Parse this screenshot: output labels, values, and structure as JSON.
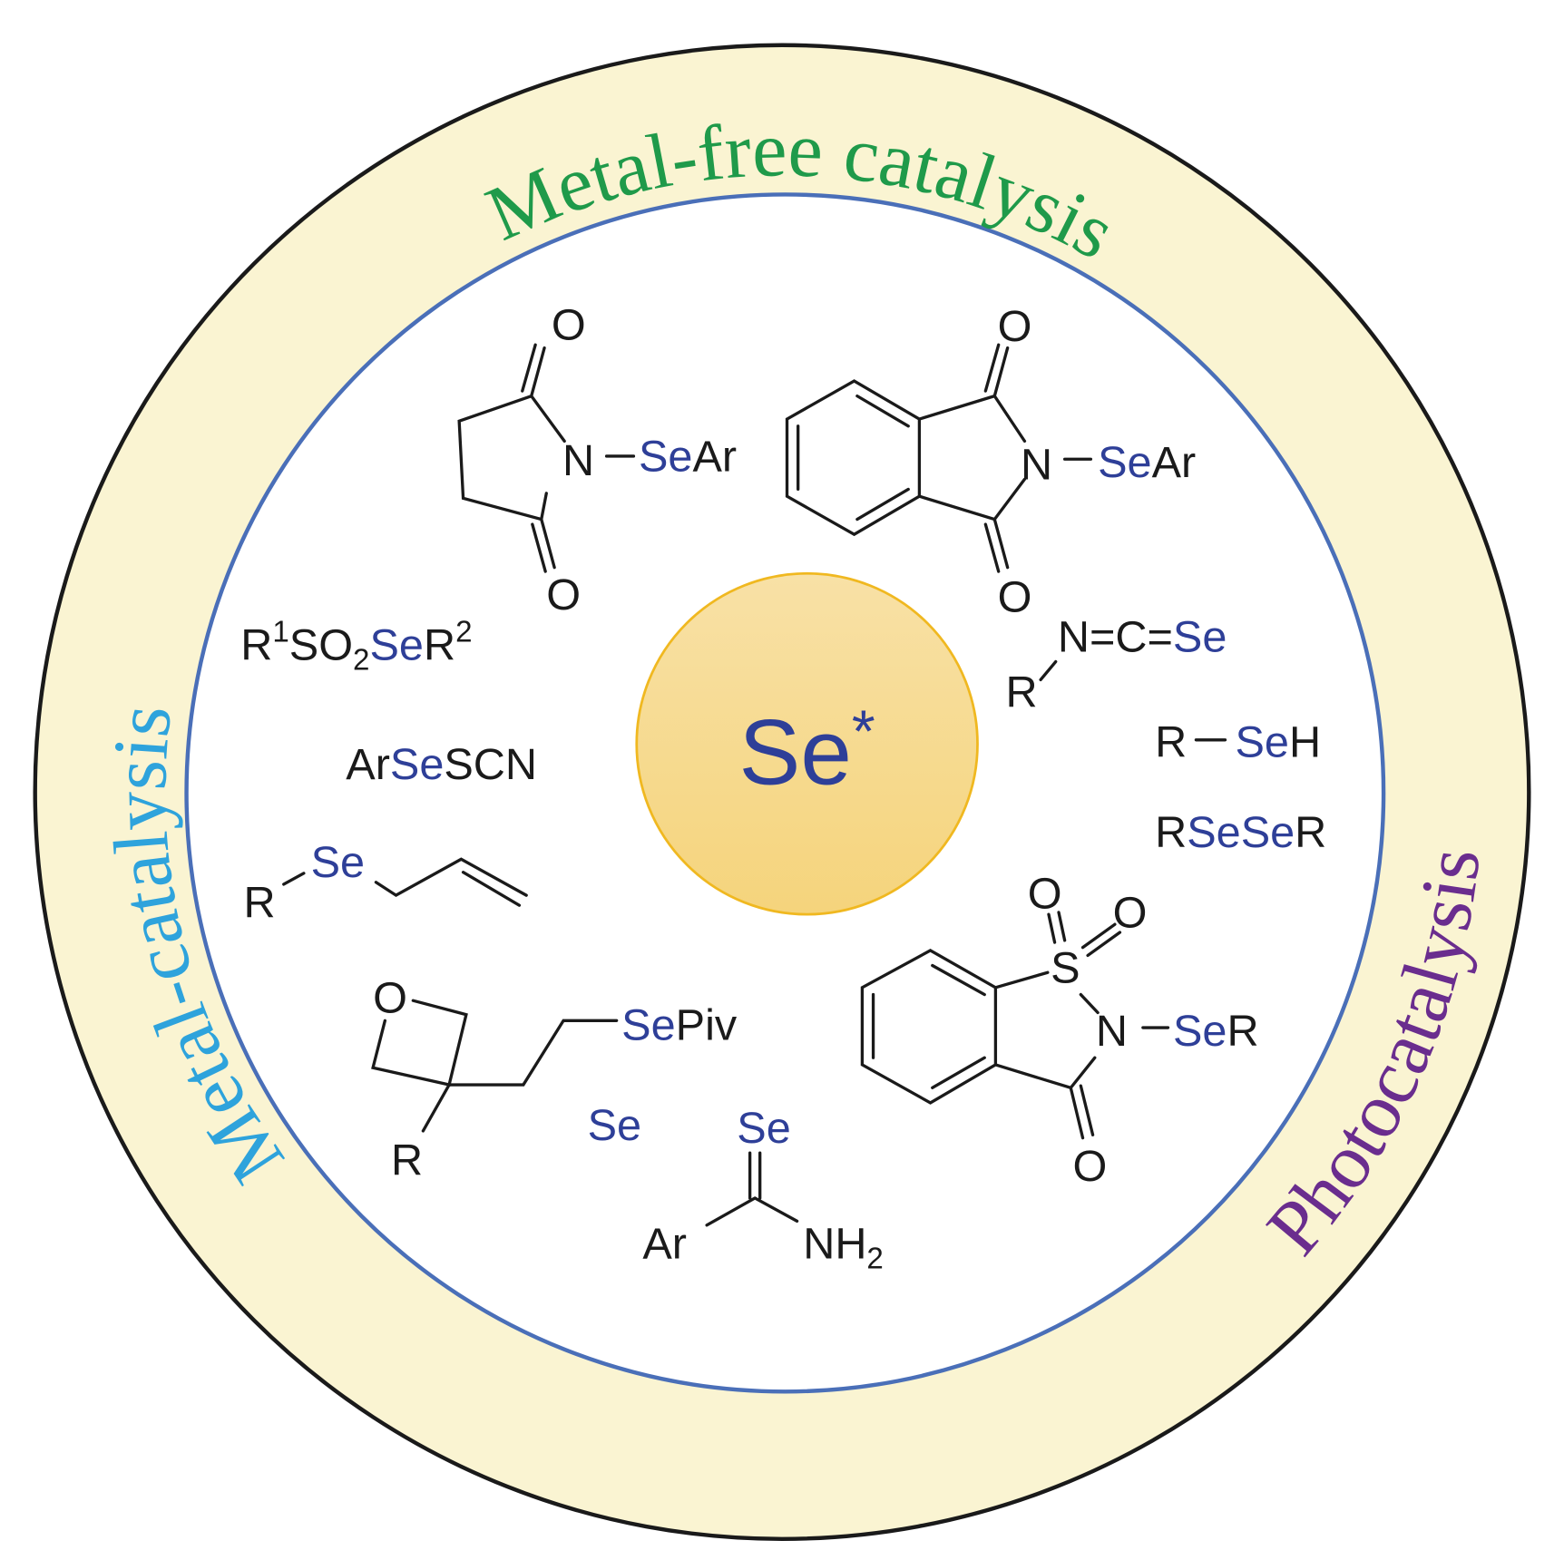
{
  "colors": {
    "ring_fill": "#faf4d2",
    "outer_stroke": "#1a1a1a",
    "inner_stroke": "#4a6fb8",
    "metal_free": "#1f9a4a",
    "metal": "#2ea3dc",
    "photo": "#6a2d8e",
    "selenium": "#2e3f98",
    "core_fill": "#f6d987",
    "core_stroke": "#f0b820"
  },
  "ring_labels": {
    "metal_free": "Metal-free catalysis",
    "metal": "Metal-catalysis",
    "photo": "Photocatalysis"
  },
  "center": {
    "symbol": "Se",
    "star": "*"
  },
  "reagents": {
    "nsuccinimide": {
      "o_top": "O",
      "o_bottom": "O",
      "n": "N",
      "se": "Se",
      "r": "Ar"
    },
    "nphthalimide": {
      "o_top": "O",
      "o_bottom": "O",
      "n": "N",
      "se": "Se",
      "r": "Ar"
    },
    "selenosulfonate": {
      "r1": "R",
      "sup1": "1",
      "so": "SO",
      "sub2": "2",
      "se": "Se",
      "r2": "R",
      "sup2": "2"
    },
    "isoselenocyanate": {
      "r": "R",
      "nc": "N=C=",
      "se": "Se"
    },
    "selenol": {
      "r": "R",
      "se": "Se",
      "h": "H"
    },
    "diselenide": {
      "r1": "R",
      "se1": "Se",
      "se2": "Se",
      "r2": "R"
    },
    "selenocyanate": {
      "ar": "Ar",
      "se": "Se",
      "scn": "SCN"
    },
    "allyl_selenide": {
      "r": "R",
      "se": "Se"
    },
    "oxetane_selenoester": {
      "o": "O",
      "se": "Se",
      "piv": "Piv",
      "r": "R"
    },
    "elemental": {
      "se": "Se"
    },
    "selenoamide": {
      "se": "Se",
      "ar": "Ar",
      "nh": "NH",
      "sub": "2"
    },
    "nsaccharin": {
      "s": "S",
      "o1": "O",
      "o2": "O",
      "o3": "O",
      "n": "N",
      "se": "Se",
      "r": "R"
    }
  }
}
